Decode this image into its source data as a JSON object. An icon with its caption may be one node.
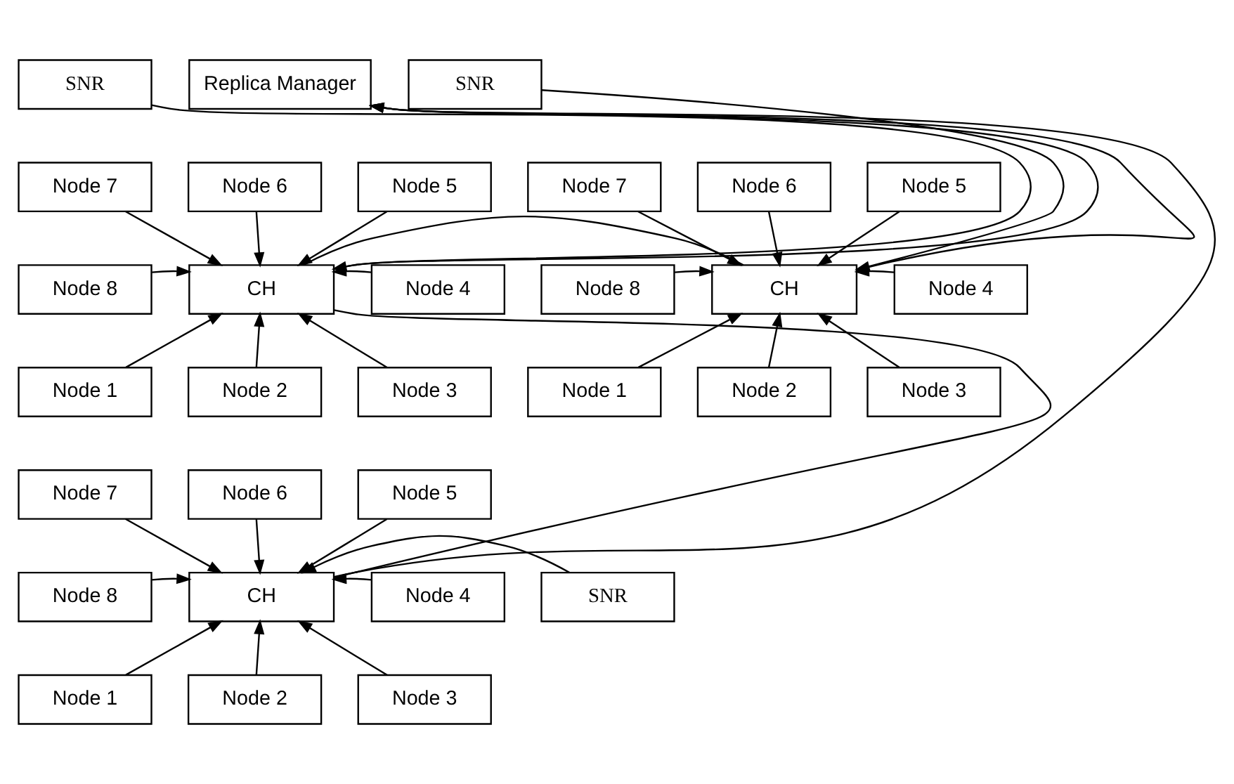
{
  "diagram": {
    "nodes": [
      {
        "text": [
          "SNR"
        ]
      },
      {
        "text": [
          "Replica Manager"
        ]
      },
      {
        "text": [
          "SNR"
        ]
      },
      {
        "text": [
          "Node 7"
        ]
      },
      {
        "text": [
          "Node 6"
        ]
      },
      {
        "text": [
          "Node 5"
        ]
      },
      {
        "text": [
          "Node 7"
        ]
      },
      {
        "text": [
          "Node 6"
        ]
      },
      {
        "text": [
          "Node 5"
        ]
      },
      {
        "text": [
          "Node 8"
        ]
      },
      {
        "text": [
          "CH"
        ]
      },
      {
        "text": [
          "Node 4"
        ]
      },
      {
        "text": [
          "Node 8"
        ]
      },
      {
        "text": [
          "CH"
        ]
      },
      {
        "text": [
          "Node 4"
        ]
      },
      {
        "text": [
          "Node 1"
        ]
      },
      {
        "text": [
          "Node 2"
        ]
      },
      {
        "text": [
          "Node 3"
        ]
      },
      {
        "text": [
          "Node 1"
        ]
      },
      {
        "text": [
          "Node 2"
        ]
      },
      {
        "text": [
          "Node 3"
        ]
      },
      {
        "text": [
          "Node 7"
        ]
      },
      {
        "text": [
          "Node 6"
        ]
      },
      {
        "text": [
          "Node 5"
        ]
      },
      {
        "text": [
          "Node 8"
        ]
      },
      {
        "text": [
          "CH"
        ]
      },
      {
        "text": [
          "Node 4"
        ]
      },
      {
        "text": [
          "SNR"
        ]
      },
      {
        "text": [
          "Node 1"
        ]
      },
      {
        "text": [
          "Node 2"
        ]
      },
      {
        "text": [
          "Node 3"
        ]
      }
    ],
    "edges": [
      {
        "from": 0,
        "to": 10,
        "arrow": "to"
      },
      {
        "from": 10,
        "to": 1,
        "arrow": "to"
      },
      {
        "from": 3,
        "to": 10,
        "arrow": "to"
      },
      {
        "from": 4,
        "to": 10,
        "arrow": "to"
      },
      {
        "from": 5,
        "to": 10,
        "arrow": "to"
      },
      {
        "from": 9,
        "to": 10,
        "arrow": "to"
      },
      {
        "from": 11,
        "to": 10,
        "arrow": "to"
      },
      {
        "from": 15,
        "to": 10,
        "arrow": "to"
      },
      {
        "from": 16,
        "to": 10,
        "arrow": "to"
      },
      {
        "from": 17,
        "to": 10,
        "arrow": "to"
      },
      {
        "from": 10,
        "to": 13,
        "arrow": "none"
      },
      {
        "from": 10,
        "to": 25,
        "arrow": "none"
      },
      {
        "from": 2,
        "to": 13,
        "arrow": "to"
      },
      {
        "from": 13,
        "to": 1,
        "arrow": "to"
      },
      {
        "from": 6,
        "to": 13,
        "arrow": "to"
      },
      {
        "from": 7,
        "to": 13,
        "arrow": "to"
      },
      {
        "from": 8,
        "to": 13,
        "arrow": "to"
      },
      {
        "from": 12,
        "to": 13,
        "arrow": "to"
      },
      {
        "from": 14,
        "to": 13,
        "arrow": "to"
      },
      {
        "from": 18,
        "to": 13,
        "arrow": "to"
      },
      {
        "from": 19,
        "to": 13,
        "arrow": "to"
      },
      {
        "from": 20,
        "to": 13,
        "arrow": "to"
      },
      {
        "from": 25,
        "to": 1,
        "arrow": "to"
      },
      {
        "from": 21,
        "to": 25,
        "arrow": "to"
      },
      {
        "from": 22,
        "to": 25,
        "arrow": "to"
      },
      {
        "from": 23,
        "to": 25,
        "arrow": "to"
      },
      {
        "from": 24,
        "to": 25,
        "arrow": "to"
      },
      {
        "from": 26,
        "to": 25,
        "arrow": "to"
      },
      {
        "from": 27,
        "to": 25,
        "arrow": "to"
      },
      {
        "from": 28,
        "to": 25,
        "arrow": "to"
      },
      {
        "from": 29,
        "to": 25,
        "arrow": "to"
      },
      {
        "from": 30,
        "to": 25,
        "arrow": "to"
      }
    ]
  }
}
